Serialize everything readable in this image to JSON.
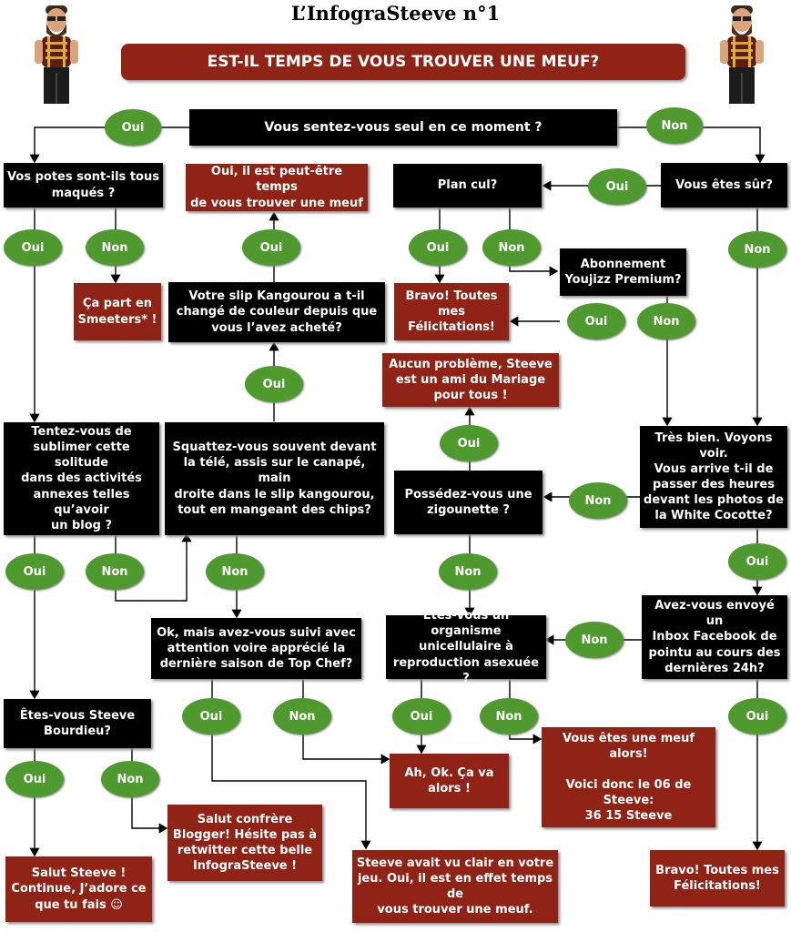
{
  "header": {
    "title": "L’InfograSteeve n°1",
    "banner": "EST-IL TEMPS DE VOUS TROUVER UNE MEUF?"
  },
  "answers": {
    "yes": "Oui",
    "no": "Non"
  },
  "questions": {
    "q1": "Vous sentez-vous seul en ce moment ?",
    "q2": "Vos potes sont-ils tous\nmaqués ?",
    "q3": "Vous êtes sûr?",
    "q4": "Plan cul?",
    "q5": "Abonnement\nYoujizz Premium?",
    "q6": "Votre slip Kangourou a t-il\nchangé de couleur depuis que\nvous l’avez acheté?",
    "q7": "Tentez-vous de\nsublimer cette solitude\ndans des activités\nannexes telles qu’avoir\nun blog ?",
    "q8": "Squattez-vous souvent devant\nla télé, assis sur le canapé, main\ndroite dans le slip kangourou,\ntout en mangeant des chips?",
    "q9": "Possédez-vous une\nzigounette ?",
    "q10": "Très bien. Voyons voir.\nVous arrive t-il de\npasser des heures\ndevant les photos de\nla White Cocotte?",
    "q11": "Ok, mais avez-vous suivi avec\nattention voire apprécié la\ndernière saison de Top Chef?",
    "q12": "Êtes-vous un organisme\nunicellulaire à\nreproduction asexuée ?",
    "q13": "Avez-vous envoyé un\nInbox Facebook de\npointu au cours des\ndernières 24h?",
    "q14": "Êtes-vous Steeve\nBourdieu?"
  },
  "results": {
    "r1": "Oui, il est peut-être temps\nde vous trouver une meuf",
    "r2": "Ça part en\nSmeeters* !",
    "r3": "Bravo! Toutes\nmes Félicitations!",
    "r4": "Aucun problème, Steeve\nest un ami du Mariage\npour tous !",
    "r5": "Ah, Ok. Ça va\nalors !",
    "r6": "Vous êtes une meuf alors!\n\nVoici donc le 06 de\nSteeve:\n36 15 Steeve",
    "r7": "Salut confrère\nBlogger! Hésite pas à\nretwitter cette belle\nInfograSteeve !",
    "r8": "Salut Steeve !\nContinue, J’adore ce\nque tu fais ☺",
    "r9": "Steeve avait vu clair en votre\njeu. Oui, il est en effet temps de\nvous trouver une meuf.",
    "r10": "Bravo! Toutes mes\nFélicitations!"
  },
  "colors": {
    "question": "#000000",
    "result": "#8e2316",
    "answer": "#4f9a2f"
  }
}
